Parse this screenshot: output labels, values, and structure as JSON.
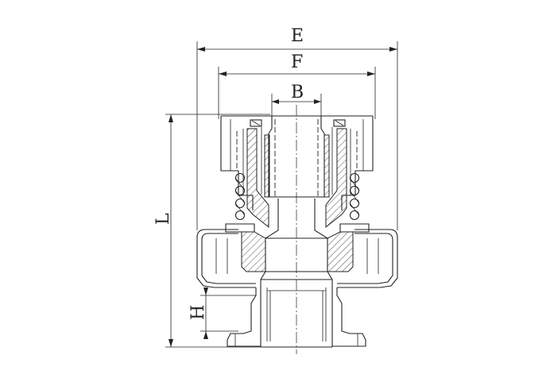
{
  "dimensions": {
    "E": "E",
    "F": "F",
    "B": "B",
    "L": "L",
    "H": "H"
  }
}
